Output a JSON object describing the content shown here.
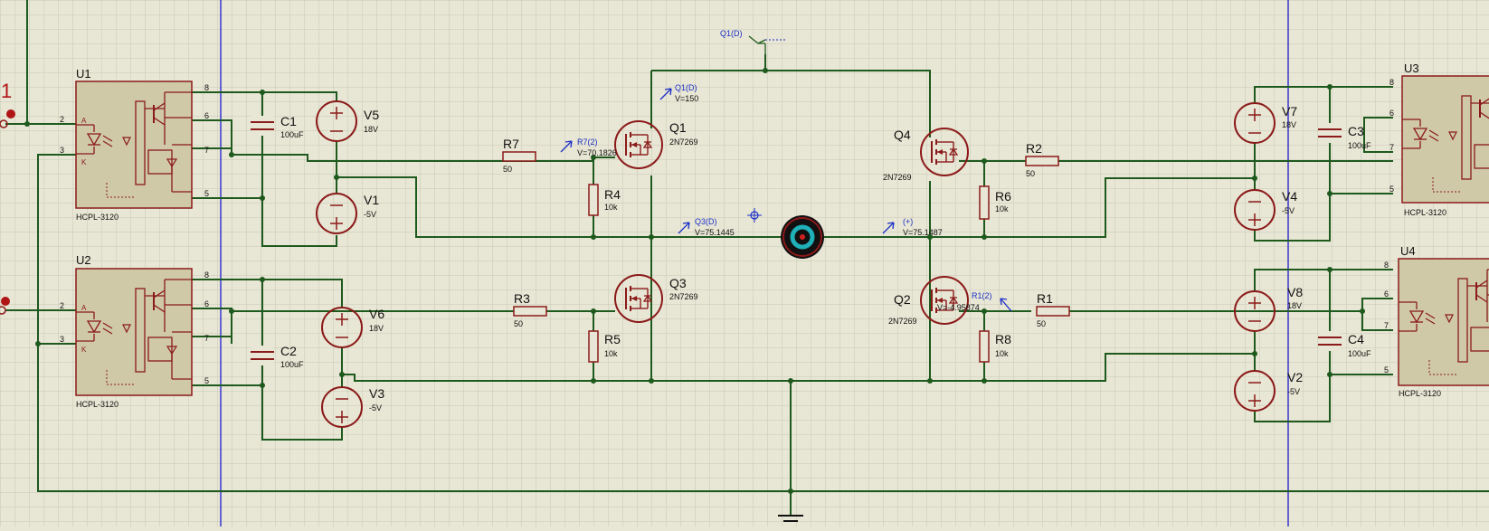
{
  "components": {
    "U1": {
      "ref": "U1",
      "part": "HCPL-3120",
      "pins": {
        "p2": "2",
        "p3": "3",
        "p5": "5",
        "p6": "6",
        "p7": "7",
        "p8": "8"
      },
      "anode": "A",
      "cathode": "K"
    },
    "U2": {
      "ref": "U2",
      "part": "HCPL-3120",
      "pins": {
        "p2": "2",
        "p3": "3",
        "p5": "5",
        "p6": "6",
        "p7": "7",
        "p8": "8"
      },
      "anode": "A",
      "cathode": "K"
    },
    "U3": {
      "ref": "U3",
      "part": "HCPL-3120",
      "pins": {
        "p5": "5",
        "p6": "6",
        "p7": "7",
        "p8": "8"
      }
    },
    "U4": {
      "ref": "U4",
      "part": "HCPL-3120",
      "pins": {
        "p5": "5",
        "p6": "6",
        "p7": "7",
        "p8": "8"
      }
    },
    "C1": {
      "ref": "C1",
      "value": "100uF"
    },
    "C2": {
      "ref": "C2",
      "value": "100uF"
    },
    "C3": {
      "ref": "C3",
      "value": "100uF"
    },
    "C4": {
      "ref": "C4",
      "value": "100uF"
    },
    "V1": {
      "ref": "V1",
      "value": "-5V"
    },
    "V2": {
      "ref": "V2",
      "value": "-5V"
    },
    "V3": {
      "ref": "V3",
      "value": "-5V"
    },
    "V4": {
      "ref": "V4",
      "value": "-5V"
    },
    "V5": {
      "ref": "V5",
      "value": "18V"
    },
    "V6": {
      "ref": "V6",
      "value": "18V"
    },
    "V7": {
      "ref": "V7",
      "value": "18V"
    },
    "V8": {
      "ref": "V8",
      "value": "18V"
    },
    "R1": {
      "ref": "R1",
      "value": "50"
    },
    "R2": {
      "ref": "R2",
      "value": "50"
    },
    "R3": {
      "ref": "R3",
      "value": "50"
    },
    "R7": {
      "ref": "R7",
      "value": "50"
    },
    "R4": {
      "ref": "R4",
      "value": "10k"
    },
    "R5": {
      "ref": "R5",
      "value": "10k"
    },
    "R6": {
      "ref": "R6",
      "value": "10k"
    },
    "R8": {
      "ref": "R8",
      "value": "10k"
    },
    "Q1": {
      "ref": "Q1",
      "part": "2N7269"
    },
    "Q2": {
      "ref": "Q2",
      "part": "2N7269"
    },
    "Q3": {
      "ref": "Q3",
      "part": "2N7269"
    },
    "Q4": {
      "ref": "Q4",
      "part": "2N7269"
    }
  },
  "probes": {
    "q1d_top": {
      "name": "Q1(D)"
    },
    "q1d": {
      "name": "Q1(D)",
      "value": "V=150"
    },
    "r7": {
      "name": "R7(2)",
      "value": "V=70.1826"
    },
    "q3d": {
      "name": "Q3(D)",
      "value": "V=75.1445"
    },
    "plus": {
      "name": "(+)",
      "value": "V=75.1487"
    },
    "r1": {
      "name": "R1(2)",
      "value": "V=-4.95874"
    }
  },
  "edge_label": "1",
  "colors": {
    "background": "#e8e6d4",
    "grid": "#c9c7b4",
    "wire": "#1e5a1e",
    "component": "#8b1a1a",
    "ic_fill": "#cfc9a8",
    "probe": "#1a2fc8",
    "sheet_border": "#2a2ad0",
    "motor_ring": "#1fb0b8"
  }
}
